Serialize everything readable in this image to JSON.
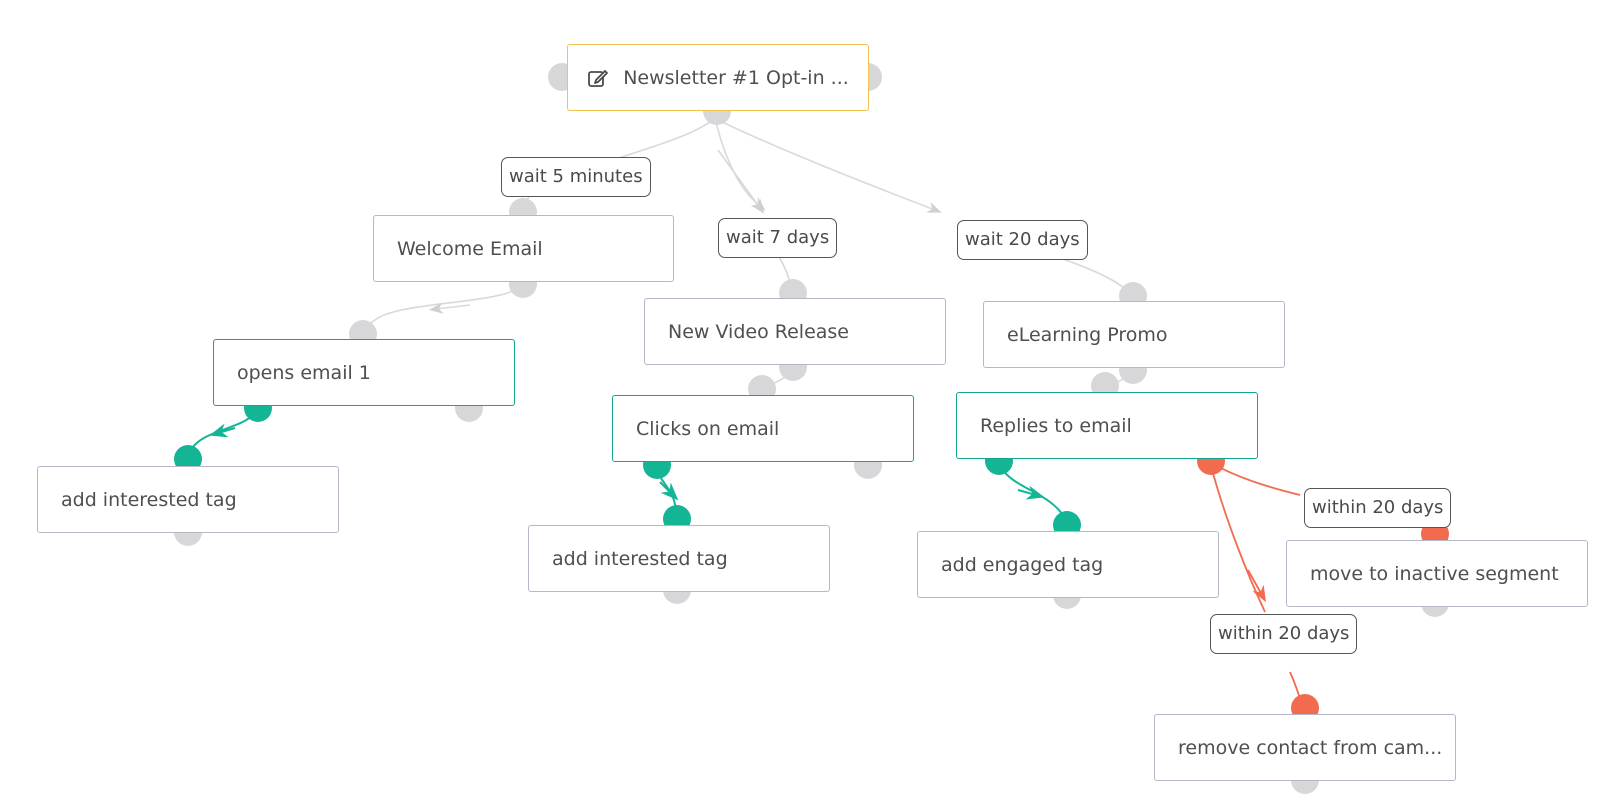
{
  "trigger": {
    "label": "Newsletter #1 Opt-in ...",
    "icon": "edit-icon"
  },
  "nodes": {
    "welcome_email": "Welcome Email",
    "new_video_release": "New Video Release",
    "elearning_promo": "eLearning Promo",
    "opens_email_1": "opens email 1",
    "clicks_on_email": "Clicks on email",
    "replies_to_email": "Replies to email",
    "add_interested_tag_1": "add interested tag",
    "add_interested_tag_2": "add interested tag",
    "add_engaged_tag": "add engaged tag",
    "move_to_inactive_segment": "move to inactive segment",
    "remove_contact": "remove contact from cam..."
  },
  "edge_labels": {
    "wait_5_minutes": "wait 5 minutes",
    "wait_7_days": "wait 7 days",
    "wait_20_days": "wait 20 days",
    "within_20_days_1": "within 20 days",
    "within_20_days_2": "within 20 days"
  },
  "colors": {
    "grey_edge": "#d9d9db",
    "yes_path": "#13b595",
    "no_path": "#f26b4f",
    "trigger_border": "#f2c14e",
    "condition_border": "#13a68a",
    "action_border": "#b5b7c9"
  }
}
